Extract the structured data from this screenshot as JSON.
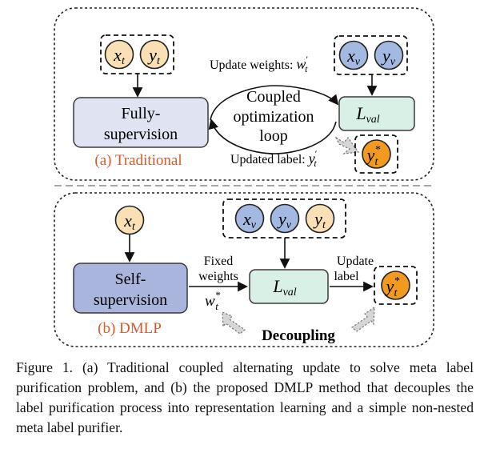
{
  "colors": {
    "fully_supervision_fill": "#dfe3f2",
    "self_supervision_fill": "#a9b5dc",
    "loss_fill": "#d9f0e6",
    "x_node_fill": "#fbe0b5",
    "xv_node_fill": "#a3b9e2",
    "y_star_fill": "#f29a1f",
    "section_label": "#d9582b",
    "arrow_gray": "#c8c8c8"
  },
  "traditional": {
    "input_x": "x",
    "input_x_sub": "t",
    "input_y": "y",
    "input_y_sub": "t",
    "val_x": "x",
    "val_x_sub": "v",
    "val_y": "y",
    "val_y_sub": "v",
    "model_line1": "Fully-",
    "model_line2": "supervision",
    "loop_line1": "Coupled",
    "loop_line2": "optimization",
    "loop_line3": "loop",
    "loss": "L",
    "loss_sub": "val",
    "update_weights_prefix": "Update weights: ",
    "update_weights_var": "w",
    "update_weights_sub": "t",
    "update_weights_sup": "′",
    "updated_label_prefix": "Updated label: ",
    "updated_label_var": "y",
    "updated_label_sub": "t",
    "updated_label_sup": "′",
    "output_y": "y",
    "output_y_sub": "t",
    "output_y_sup": "*",
    "section_label": "(a) Traditional"
  },
  "dmlp": {
    "input_x": "x",
    "input_x_sub": "t",
    "val_x": "x",
    "val_x_sub": "v",
    "val_y": "y",
    "val_y_sub": "v",
    "val_yt": "y",
    "val_yt_sub": "t",
    "model_line1": "Self-",
    "model_line2": "supervision",
    "fixed_line1": "Fixed",
    "fixed_line2": "weights",
    "weight_var": "w",
    "weight_sub": "t",
    "weight_sup": "*",
    "loss": "L",
    "loss_sub": "val",
    "update_line1": "Update",
    "update_line2": "label",
    "output_y": "y",
    "output_y_sub": "t",
    "output_y_sup": "*",
    "decoupling": "Decoupling",
    "section_label": "(b) DMLP"
  },
  "caption": "Figure 1. (a) Traditional coupled alternating update to solve meta label purification problem, and (b) the proposed DMLP method that decouples the label purification process into representation learning and a simple non-nested meta label purifier."
}
